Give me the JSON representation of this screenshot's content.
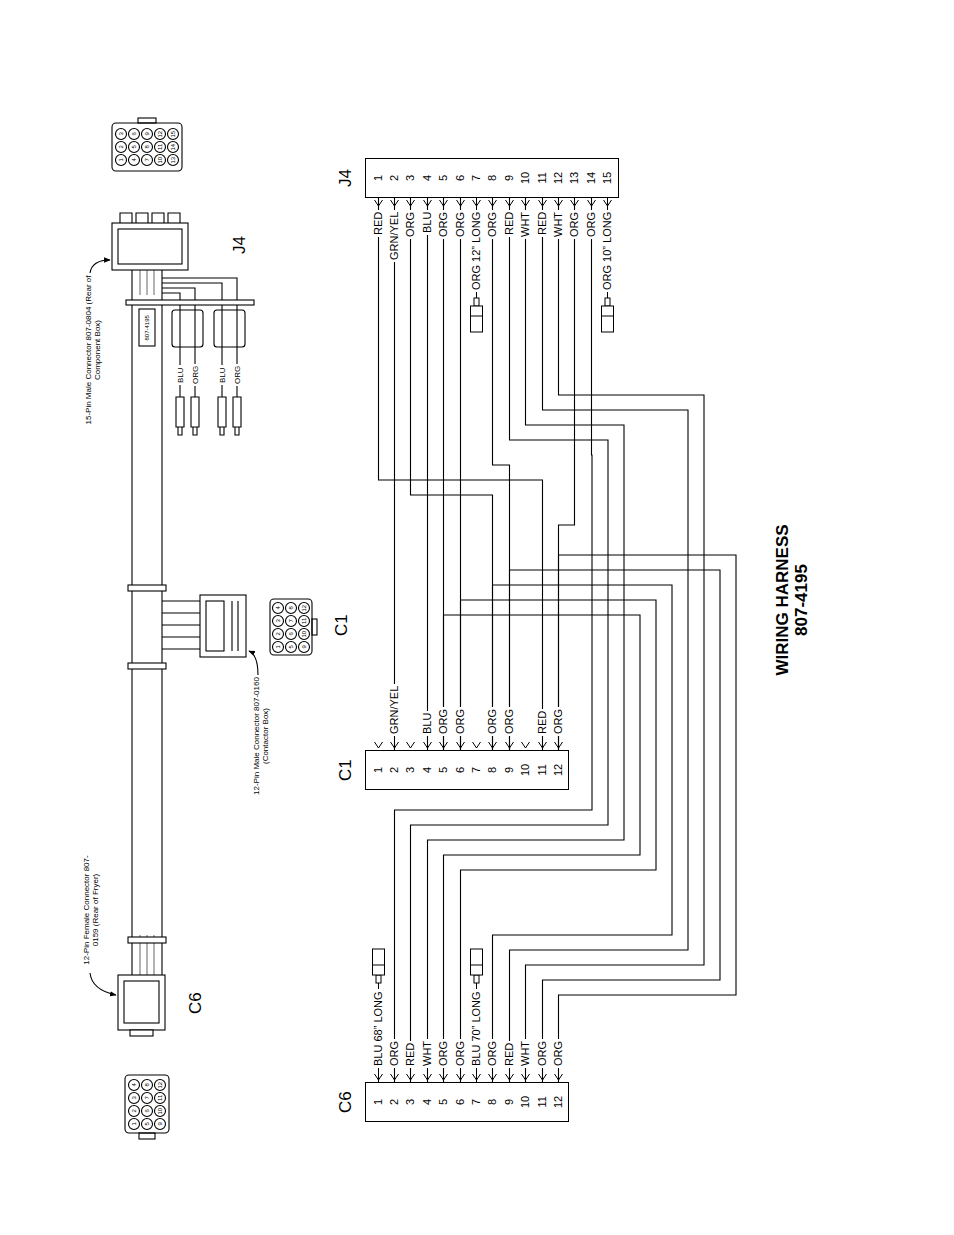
{
  "diagram": {
    "title": "WIRING HARNESS 807-4195",
    "nodes": [
      {
        "text": [
          "J4",
          "1",
          "2",
          "3",
          "4",
          "5",
          "6",
          "7",
          "8",
          "9",
          "10",
          "11",
          "12",
          "13",
          "14",
          "15"
        ]
      },
      {
        "text": [
          "C1",
          "1",
          "2",
          "3",
          "4",
          "5",
          "6",
          "7",
          "8",
          "9",
          "10",
          "11",
          "12"
        ]
      },
      {
        "text": [
          "C6",
          "1",
          "2",
          "3",
          "4",
          "5",
          "6",
          "7",
          "8",
          "9",
          "10",
          "11",
          "12"
        ]
      }
    ],
    "edges": [
      {
        "from": 0,
        "to": 1,
        "arrow": "none"
      },
      {
        "from": 0,
        "to": 1,
        "arrow": "none"
      },
      {
        "from": 0,
        "to": 1,
        "arrow": "none"
      },
      {
        "from": 0,
        "to": 1,
        "arrow": "none"
      },
      {
        "from": 0,
        "to": 1,
        "arrow": "none"
      },
      {
        "from": 0,
        "to": 1,
        "arrow": "none"
      },
      {
        "from": 0,
        "to": 1,
        "arrow": "none"
      },
      {
        "from": 0,
        "to": 1,
        "arrow": "none"
      },
      {
        "from": 0,
        "to": 2,
        "arrow": "none"
      },
      {
        "from": 0,
        "to": 2,
        "arrow": "none"
      },
      {
        "from": 0,
        "to": 2,
        "arrow": "none"
      },
      {
        "from": 0,
        "to": 2,
        "arrow": "none"
      },
      {
        "from": 0,
        "to": 2,
        "arrow": "none"
      },
      {
        "from": 1,
        "to": 2,
        "arrow": "none"
      },
      {
        "from": 1,
        "to": 2,
        "arrow": "none"
      },
      {
        "from": 1,
        "to": 2,
        "arrow": "none"
      },
      {
        "from": 1,
        "to": 2,
        "arrow": "none"
      },
      {
        "from": 1,
        "to": 2,
        "arrow": "none"
      }
    ],
    "labels": [
      "15-Pin Male Connector 807-0804 (Rear of Component Box)",
      "J4",
      "1",
      "2",
      "3",
      "4",
      "5",
      "6",
      "7",
      "8",
      "9",
      "10",
      "11",
      "12",
      "13",
      "14",
      "15",
      "807-4195",
      "BLU",
      "ORG",
      "BLU",
      "ORG",
      "12-Pin Male Connector 807-0160 (Contactor Box)",
      "C1",
      "1",
      "2",
      "3",
      "4",
      "5",
      "6",
      "7",
      "8",
      "9",
      "10",
      "11",
      "12",
      "12-Pin Female Connector 807-0159 (Rear of Fryer)",
      "C6",
      "1",
      "2",
      "3",
      "4",
      "5",
      "6",
      "7",
      "8",
      "9",
      "10",
      "11",
      "12",
      "RED",
      "GRN/YEL",
      "ORG",
      "BLU",
      "ORG",
      "ORG",
      "ORG 12” LONG",
      "ORG",
      "RED",
      "WHT",
      "RED",
      "WHT",
      "ORG",
      "ORG",
      "ORG 10” LONG",
      "GRN/YEL",
      "BLU",
      "ORG",
      "ORG",
      "ORG",
      "ORG",
      "RED",
      "ORG",
      "BLU 68” LONG",
      "ORG",
      "RED",
      "WHT",
      "ORG",
      "ORG",
      "BLU 70” LONG",
      "ORG",
      "RED",
      "WHT",
      "ORG",
      "ORG"
    ]
  }
}
